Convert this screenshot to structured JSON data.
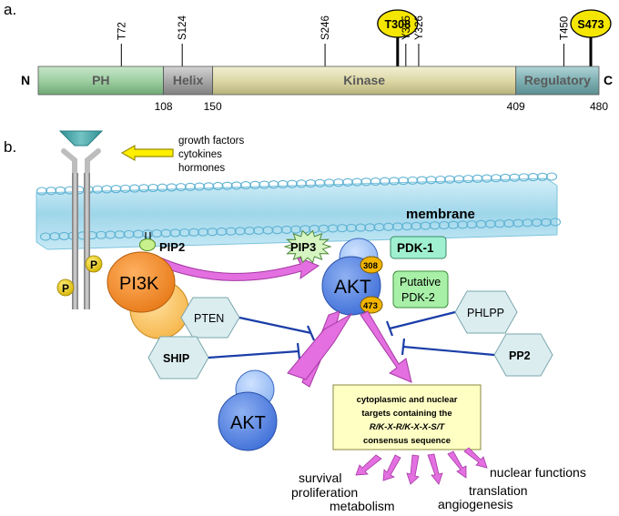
{
  "panel_a": {
    "label": "a.",
    "n_terminus": "N",
    "c_terminus": "C",
    "domains": [
      {
        "name": "PH",
        "start": 1,
        "end": 108,
        "color": "#9fcfa3"
      },
      {
        "name": "Helix",
        "start": 108,
        "end": 150,
        "color": "#a9a9a9"
      },
      {
        "name": "Kinase",
        "start": 150,
        "end": 409,
        "color": "#ddd8a6"
      },
      {
        "name": "Regulatory",
        "start": 409,
        "end": 480,
        "color": "#7fb0b3"
      }
    ],
    "boundary_labels": [
      "108",
      "150",
      "409",
      "480"
    ],
    "sites": [
      {
        "label": "T72",
        "position": 72,
        "highlight": false
      },
      {
        "label": "S124",
        "position": 124,
        "highlight": false
      },
      {
        "label": "S246",
        "position": 246,
        "highlight": false
      },
      {
        "label": "T308",
        "position": 308,
        "highlight": true
      },
      {
        "label": "Y315",
        "position": 315,
        "highlight": false
      },
      {
        "label": "Y326",
        "position": 326,
        "highlight": false
      },
      {
        "label": "T450",
        "position": 450,
        "highlight": false
      },
      {
        "label": "S473",
        "position": 473,
        "highlight": true
      }
    ]
  },
  "panel_b": {
    "label": "b.",
    "stimuli": [
      "growth factors",
      "cytokines",
      "hormones"
    ],
    "membrane": "membrane",
    "receptor_p": "P",
    "pip2": "PIP2",
    "pip3": "PIP3",
    "pi3k": "PI3K",
    "akt_active": "AKT",
    "akt_site_308": "308",
    "akt_site_473": "473",
    "akt_inactive": "AKT",
    "pdk1": "PDK-1",
    "pdk2_line1": "Putative",
    "pdk2_line2": "PDK-2",
    "pten": "PTEN",
    "ship": "SHIP",
    "phlpp": "PHLPP",
    "pp2": "PP2",
    "targets_box": [
      "cytoplasmic and nuclear",
      "targets containing the",
      "R/K-X-R/K-X-X-S/T",
      "consensus sequence"
    ],
    "outcomes": [
      "survival",
      "proliferation",
      "metabolism",
      "angiogenesis",
      "translation",
      "nuclear functions"
    ]
  },
  "colors": {
    "yellow_site": "#f4e600",
    "akt_blue": "#5b86e0",
    "pi3k_orange": "#f28a2a",
    "arrow_magenta": "#e36fe0",
    "inhibitor_blue": "#1b3ea8",
    "green_box": "#9ff0a0",
    "target_box": "#ffffc4"
  }
}
